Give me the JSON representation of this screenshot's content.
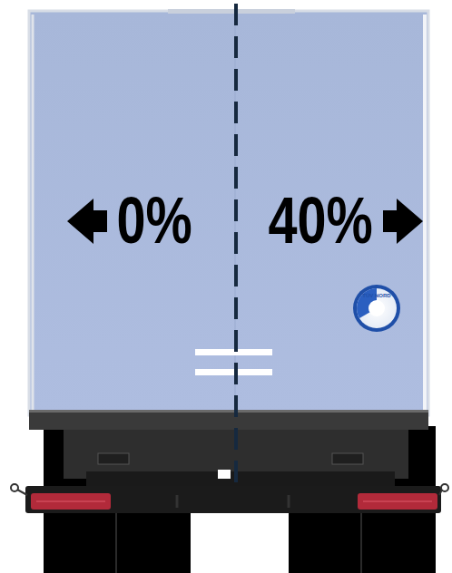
{
  "diagram": {
    "labels": [
      "0%",
      "40%",
      "TÜV NORD"
    ]
  }
}
